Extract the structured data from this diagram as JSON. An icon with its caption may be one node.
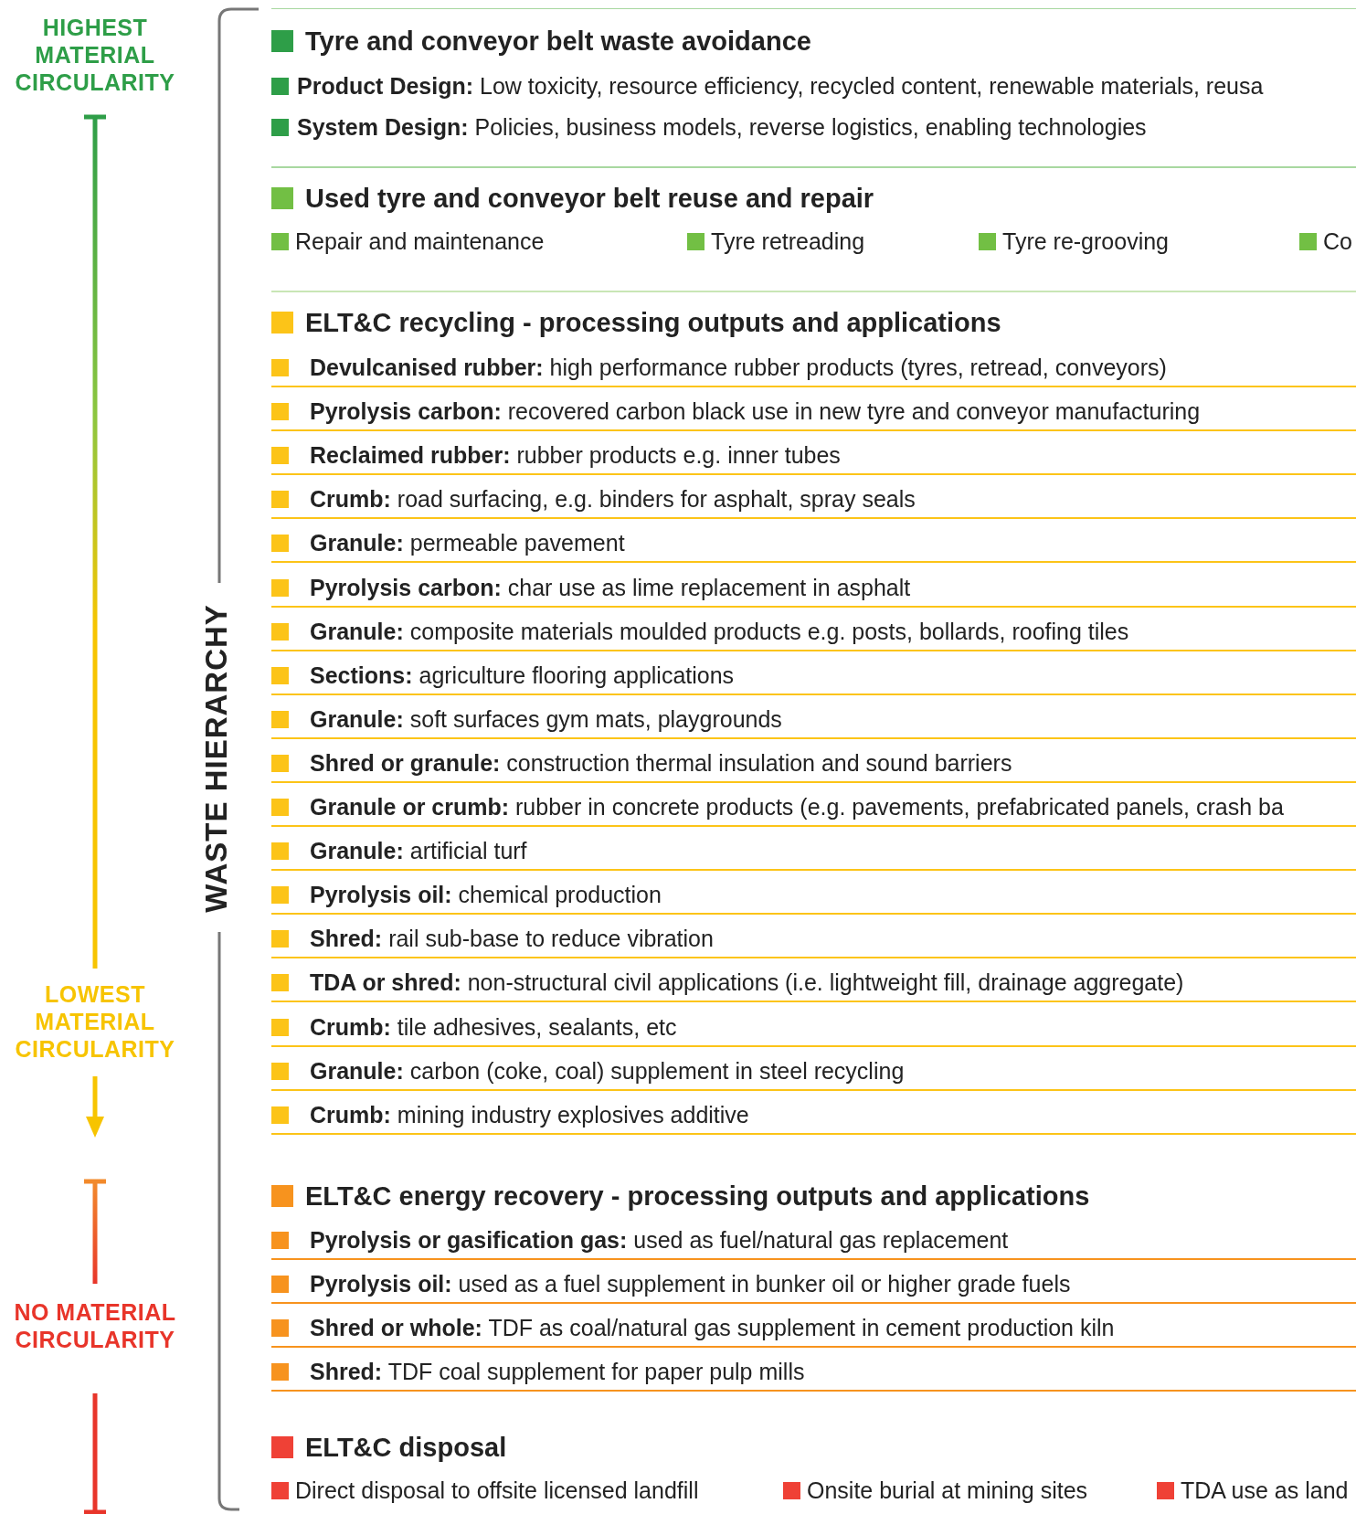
{
  "diagram": {
    "labels": [
      "HIGHEST MATERIAL CIRCULARITY",
      "LOWEST MATERIAL CIRCULARITY",
      "NO MATERIAL CIRCULARITY",
      "WASTE HIERARCHY",
      "Tyre and conveyor belt waste avoidance",
      "**Product Design:** Low toxicity, resource efficiency, recycled content, renewable materials, reusa",
      "**System Design:** Policies, business models, reverse logistics, enabling technologies",
      "Used tyre and conveyor belt reuse and repair",
      "Repair and maintenance",
      "Tyre retreading",
      "Tyre re-grooving",
      "Co",
      "ELT&C recycling - processing outputs and applications",
      "**Devulcanised rubber:** high performance rubber products (tyres, retread, conveyors)",
      "**Pyrolysis carbon:** recovered carbon black use in new tyre and conveyor manufacturing",
      "**Reclaimed rubber:** rubber products e.g. inner tubes",
      "**Crumb:** road surfacing, e.g. binders for asphalt, spray seals",
      "**Granule:** permeable pavement",
      "**Pyrolysis carbon:** char use as lime replacement in asphalt",
      "**Granule:** composite materials moulded products e.g. posts, bollards, roofing tiles",
      "**Sections:** agriculture flooring applications",
      "**Granule:** soft surfaces gym mats, playgrounds",
      "**Shred or granule:** construction thermal insulation and sound barriers",
      "**Granule or crumb:** rubber in concrete products (e.g. pavements, prefabricated panels, crash ba",
      "**Granule:** artificial turf",
      "**Pyrolysis oil:** chemical production",
      "**Shred:** rail sub-base to reduce vibration",
      "**TDA or shred:** non-structural civil applications (i.e. lightweight fill, drainage aggregate)",
      "**Crumb:** tile adhesives, sealants, etc",
      "**Granule:** carbon (coke, coal) supplement in steel recycling",
      "**Crumb:** mining industry explosives additive",
      "ELT&C energy recovery - processing outputs and applications",
      "**Pyrolysis or gasification gas:** used as fuel/natural gas replacement",
      "**Pyrolysis oil:** used as a fuel supplement in bunker oil or higher grade fuels",
      "**Shred or whole:** TDF as coal/natural gas supplement in cement production kiln",
      "**Shred:** TDF coal supplement for paper pulp mills",
      "ELT&C disposal",
      "Direct disposal to offsite licensed landfill",
      "Onsite burial at mining sites",
      "TDA use as land"
    ]
  }
}
